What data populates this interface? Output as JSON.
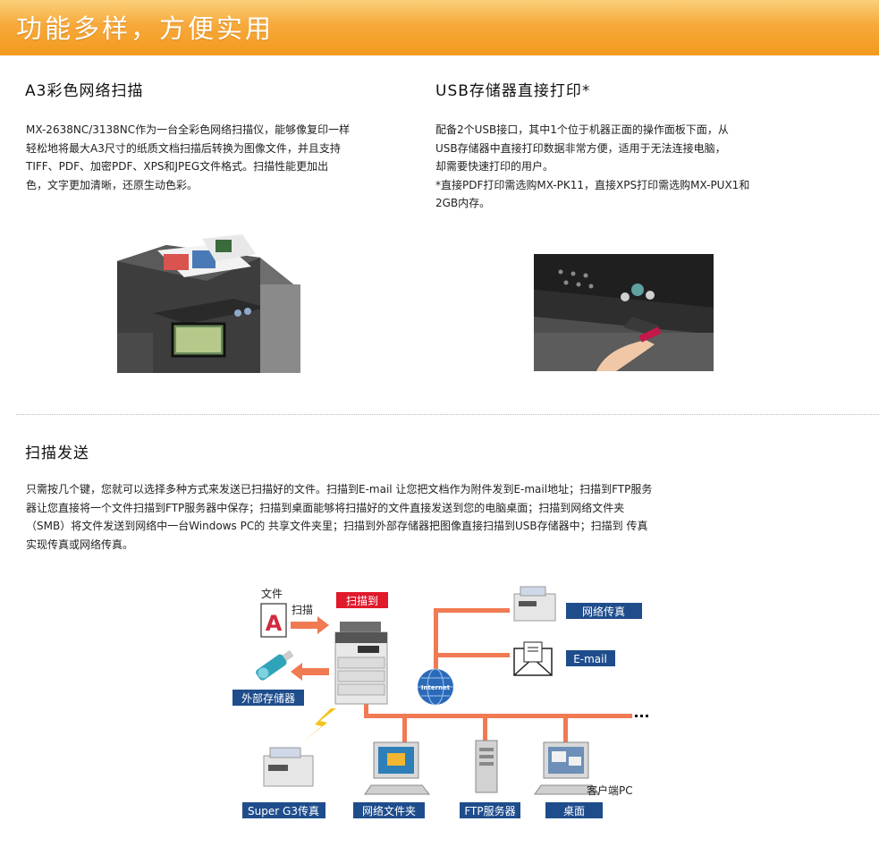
{
  "banner": {
    "title": "功能多样，方便实用"
  },
  "section_a3": {
    "heading": "A3彩色网络扫描",
    "lines": [
      "MX-2638NC/3138NC作为一台全彩色网络扫描仪，能够像复印一样",
      "轻松地将最大A3尺寸的纸质文档扫描后转换为图像文件，并且支持",
      "TIFF、PDF、加密PDF、XPS和JPEG文件格式。扫描性能更加出",
      "色，文字更加清晰，还原生动色彩。"
    ]
  },
  "section_usb": {
    "heading": "USB存储器直接打印*",
    "lines": [
      "配备2个USB接口，其中1个位于机器正面的操作面板下面，从",
      "USB存储器中直接打印数据非常方便，适用于无法连接电脑，",
      "却需要快速打印的用户。",
      "*直接PDF打印需选购MX-PK11，直接XPS打印需选购MX-PUX1和",
      "2GB内存。"
    ]
  },
  "section_scan": {
    "heading": "扫描发送",
    "lines": [
      "只需按几个键，您就可以选择多种方式来发送已扫描好的文件。扫描到E-mail 让您把文档作为附件发到E-mail地址；扫描到FTP服务",
      "器让您直接将一个文件扫描到FTP服务器中保存；扫描到桌面能够将扫描好的文件直接发送到您的电脑桌面；扫描到网络文件夹",
      "（SMB）将文件发送到网络中一台Windows PC的 共享文件夹里；扫描到外部存储器把图像直接扫描到USB存储器中；扫描到 传真",
      "实现传真或网络传真。"
    ]
  },
  "diagram": {
    "file_label": "文件",
    "file_glyph": "A",
    "scan_label": "扫描",
    "scan_to": "扫描到",
    "external_storage": "外部存储器",
    "internet": "Internet",
    "net_fax": "网络传真",
    "email": "E-mail",
    "super_g3": "Super G3传真",
    "net_folder": "网络文件夹",
    "ftp_server": "FTP服务器",
    "desktop": "桌面",
    "client_pc": "客户端PC",
    "colors": {
      "line": "#f07a52",
      "label_bg": "#1f4d8c",
      "scan_to_bg": "#e0192b"
    }
  }
}
